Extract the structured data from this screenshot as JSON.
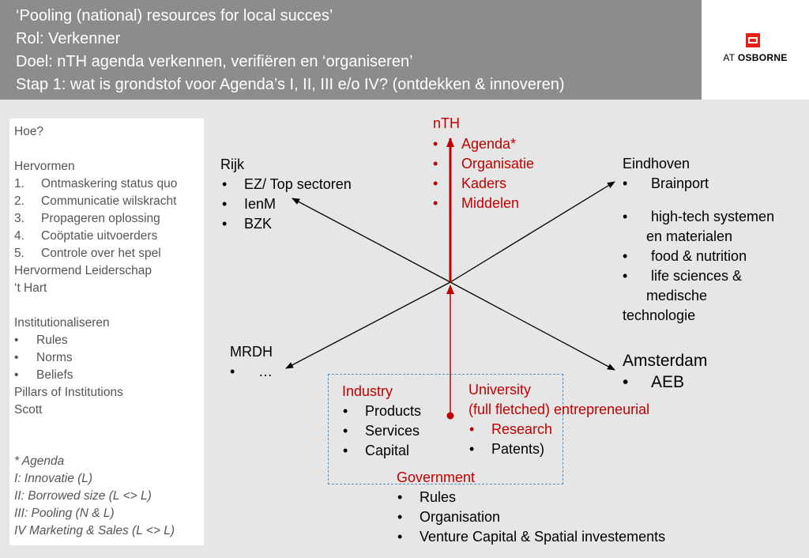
{
  "header": {
    "line1": "‘Pooling (national) resources for local succes’",
    "line2": "Rol: Verkenner",
    "line3": "Doel: nTH agenda verkennen, verifiëren en ‘organiseren’",
    "line4": "Stap 1: wat is grondstof voor Agenda’s I, II, III e/o IV? (ontdekken & innoveren)"
  },
  "logo": {
    "prefix": "AT",
    "name": "OSBORNE",
    "icon": "osborne-logo-icon",
    "color": "#e32119"
  },
  "left_panel": {
    "hoe": "Hoe?",
    "hervormen": "Hervormen",
    "hervormen_items": [
      {
        "num": "1.",
        "text": "Ontmaskering status quo"
      },
      {
        "num": "2.",
        "text": "Communicatie wilskracht"
      },
      {
        "num": "3.",
        "text": "Propageren oplossing"
      },
      {
        "num": "4.",
        "text": "Coöptatie uitvoerders"
      },
      {
        "num": "5.",
        "text": "Controle over het spel"
      }
    ],
    "leiderschap": "Hervormend Leiderschap",
    "hart": "‘t Hart",
    "institutionaliseren": "Institutionaliseren",
    "inst_items": [
      "Rules",
      "Norms",
      "Beliefs"
    ],
    "pillars": "Pillars of Institutions",
    "scott": "Scott",
    "agenda": [
      "* Agenda",
      "I: Innovatie (L)",
      "II: Borrowed size (L <> L)",
      "III: Pooling (N & L)",
      "IV Marketing & Sales (L <> L)"
    ]
  },
  "rijk": {
    "title": "Rijk",
    "items": [
      "EZ/ Top sectoren",
      "IenM",
      "BZK"
    ]
  },
  "nth": {
    "title": "nTH",
    "items": [
      "Agenda*",
      "Organisatie",
      "Kaders",
      "Middelen"
    ]
  },
  "eindhoven": {
    "title": "Eindhoven",
    "item1": "Brainport",
    "item2a": "high-tech systemen",
    "item2b": "en materialen",
    "item3": "food & nutrition",
    "item4a": "life sciences &",
    "item4b": "medische",
    "item4c": "technologie"
  },
  "mrdh": {
    "title": "MRDH",
    "item": "…"
  },
  "amsterdam": {
    "title": "Amsterdam",
    "item": "AEB"
  },
  "industry": {
    "title": "Industry",
    "items": [
      "Products",
      "Services",
      "Capital"
    ]
  },
  "university": {
    "title1": "University",
    "title2": "(full fletched) entrepreneurial",
    "item_red": "Research",
    "item_black": "Patents)"
  },
  "government": {
    "title": "Government",
    "items": [
      "Rules",
      "Organisation",
      "Venture Capital & Spatial investements"
    ]
  },
  "bullet": "•",
  "colors": {
    "header": "#8c8c8c",
    "accent": "#c00000",
    "background": "#e6e6e6",
    "dashed": "#4a90c8"
  }
}
